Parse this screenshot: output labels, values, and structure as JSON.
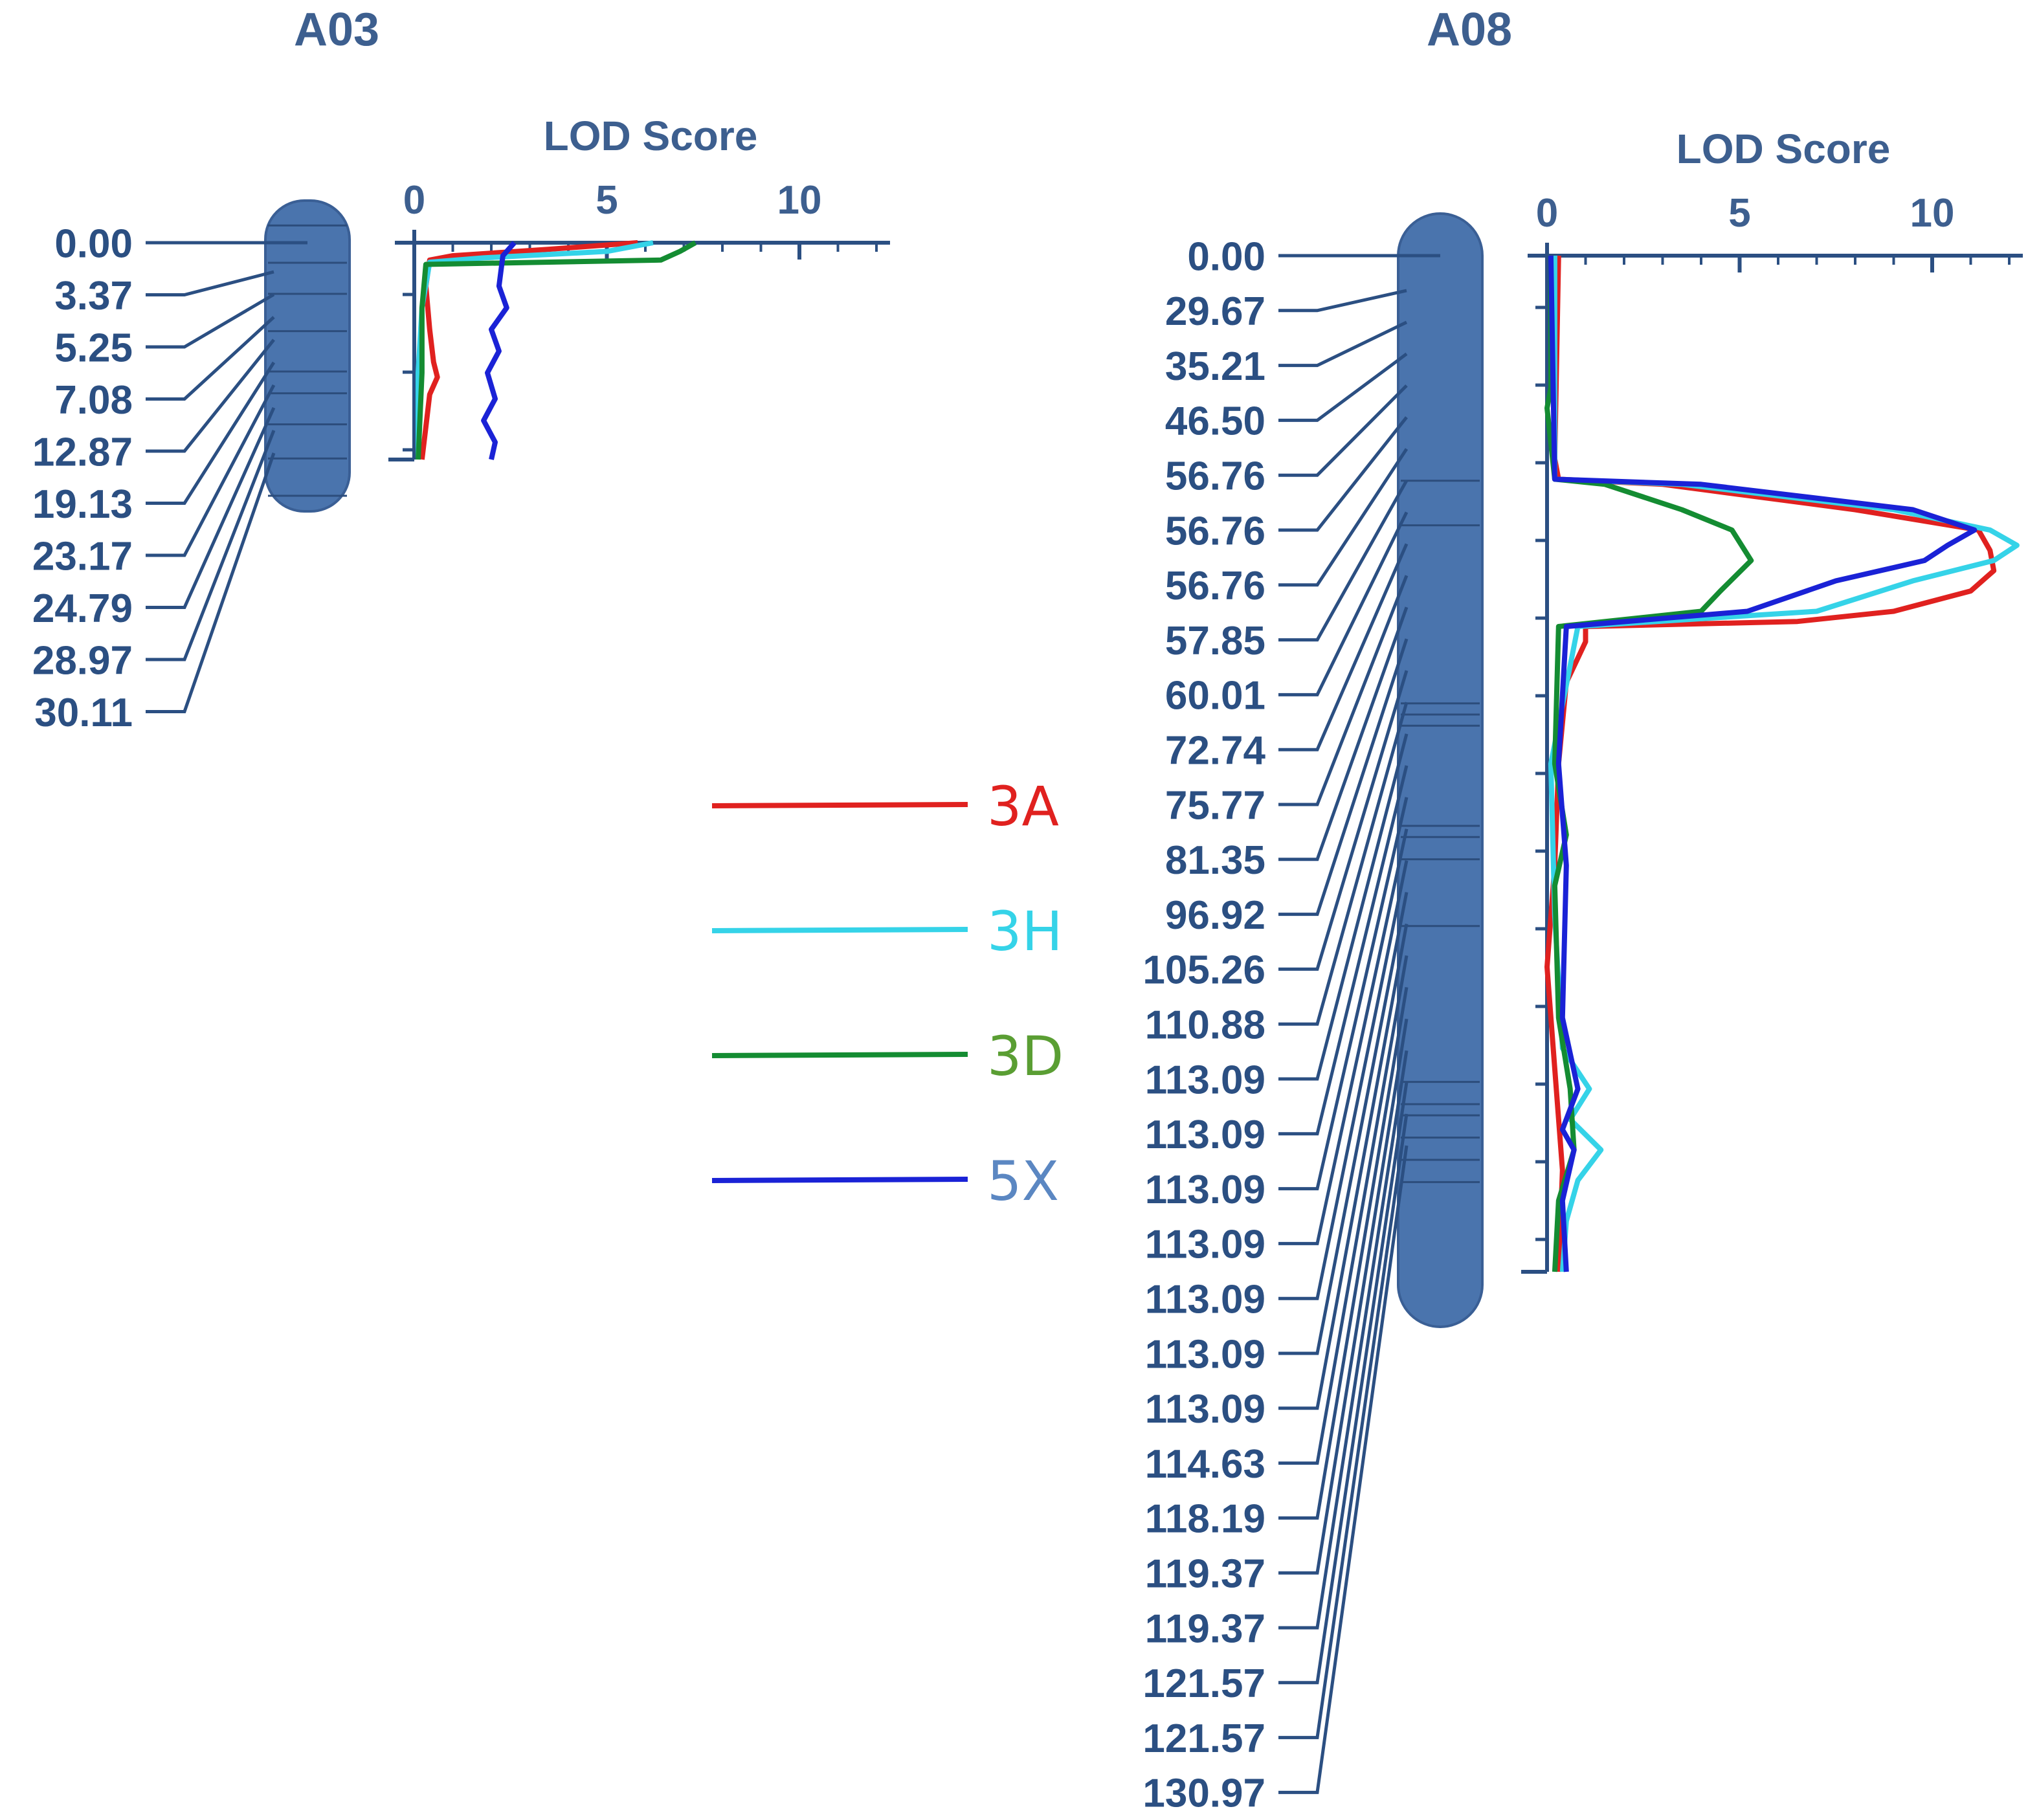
{
  "chart_data": [
    {
      "type": "line",
      "title": "A03",
      "xlabel": "LOD Score",
      "ylabel": "",
      "xlim": [
        0,
        12
      ],
      "x_ticks": [
        "0",
        "5",
        "10"
      ],
      "chromosome_color": "#4a74ad",
      "marker_positions": [
        "0.00",
        "3.37",
        "5.25",
        "7.08",
        "12.87",
        "19.13",
        "23.17",
        "24.79",
        "28.97",
        "30.11"
      ],
      "marker_bands": [
        0.08,
        0.2,
        0.3,
        0.42,
        0.55,
        0.62,
        0.72,
        0.83,
        0.95
      ],
      "series": [
        {
          "name": "3A",
          "color": "#e0211f",
          "profile": [
            [
              0.0,
              5.8
            ],
            [
              0.03,
              3.5
            ],
            [
              0.06,
              1.0
            ],
            [
              0.08,
              0.4
            ],
            [
              0.2,
              0.3
            ],
            [
              0.4,
              0.4
            ],
            [
              0.55,
              0.5
            ],
            [
              0.62,
              0.6
            ],
            [
              0.7,
              0.4
            ],
            [
              0.85,
              0.3
            ],
            [
              1.0,
              0.2
            ]
          ]
        },
        {
          "name": "3H",
          "color": "#35d3e8",
          "profile": [
            [
              0.0,
              6.2
            ],
            [
              0.04,
              5.0
            ],
            [
              0.07,
              1.8
            ],
            [
              0.09,
              0.4
            ],
            [
              0.3,
              0.2
            ],
            [
              0.6,
              0.1
            ],
            [
              0.8,
              0.1
            ],
            [
              1.0,
              0.1
            ]
          ]
        },
        {
          "name": "3D",
          "color": "#148c32",
          "profile": [
            [
              0.0,
              7.3
            ],
            [
              0.04,
              6.9
            ],
            [
              0.08,
              6.4
            ],
            [
              0.1,
              0.3
            ],
            [
              0.3,
              0.2
            ],
            [
              0.6,
              0.2
            ],
            [
              1.0,
              0.1
            ]
          ]
        },
        {
          "name": "5X",
          "color": "#1a22d6",
          "profile": [
            [
              0.0,
              2.6
            ],
            [
              0.06,
              2.3
            ],
            [
              0.2,
              2.2
            ],
            [
              0.3,
              2.4
            ],
            [
              0.4,
              2.0
            ],
            [
              0.5,
              2.2
            ],
            [
              0.6,
              1.9
            ],
            [
              0.72,
              2.1
            ],
            [
              0.82,
              1.8
            ],
            [
              0.92,
              2.1
            ],
            [
              1.0,
              2.0
            ]
          ]
        }
      ]
    },
    {
      "type": "line",
      "title": "A08",
      "xlabel": "LOD Score",
      "ylabel": "",
      "xlim": [
        0,
        12
      ],
      "x_ticks": [
        "0",
        "5",
        "10"
      ],
      "chromosome_color": "#4a74ad",
      "marker_positions": [
        "0.00",
        "29.67",
        "35.21",
        "46.50",
        "56.76",
        "56.76",
        "56.76",
        "57.85",
        "60.01",
        "72.74",
        "75.77",
        "81.35",
        "96.92",
        "105.26",
        "110.88",
        "113.09",
        "113.09",
        "113.09",
        "113.09",
        "113.09",
        "113.09",
        "113.09",
        "114.63",
        "118.19",
        "119.37",
        "119.37",
        "121.57",
        "121.57",
        "130.97"
      ],
      "marker_bands": [
        0.24,
        0.28,
        0.44,
        0.45,
        0.46,
        0.55,
        0.56,
        0.58,
        0.64,
        0.78,
        0.8,
        0.81,
        0.83,
        0.85,
        0.87
      ],
      "series": [
        {
          "name": "3A",
          "color": "#e0211f",
          "profile": [
            [
              0.0,
              0.3
            ],
            [
              0.2,
              0.2
            ],
            [
              0.22,
              0.3
            ],
            [
              0.225,
              3.0
            ],
            [
              0.25,
              8.0
            ],
            [
              0.27,
              11.2
            ],
            [
              0.29,
              11.5
            ],
            [
              0.31,
              11.6
            ],
            [
              0.33,
              11.0
            ],
            [
              0.35,
              9.0
            ],
            [
              0.36,
              6.5
            ],
            [
              0.365,
              1.0
            ],
            [
              0.38,
              1.0
            ],
            [
              0.42,
              0.5
            ],
            [
              0.5,
              0.3
            ],
            [
              0.6,
              0.2
            ],
            [
              0.7,
              0.0
            ],
            [
              0.8,
              0.2
            ],
            [
              0.9,
              0.4
            ],
            [
              1.0,
              0.3
            ]
          ]
        },
        {
          "name": "3H",
          "color": "#35d3e8",
          "profile": [
            [
              0.0,
              0.2
            ],
            [
              0.22,
              0.2
            ],
            [
              0.225,
              3.5
            ],
            [
              0.25,
              9.0
            ],
            [
              0.27,
              11.5
            ],
            [
              0.285,
              12.2
            ],
            [
              0.3,
              11.6
            ],
            [
              0.32,
              9.5
            ],
            [
              0.35,
              7.0
            ],
            [
              0.365,
              0.8
            ],
            [
              0.5,
              0.1
            ],
            [
              0.65,
              0.2
            ],
            [
              0.78,
              0.4
            ],
            [
              0.82,
              1.1
            ],
            [
              0.85,
              0.6
            ],
            [
              0.88,
              1.4
            ],
            [
              0.91,
              0.8
            ],
            [
              0.95,
              0.5
            ],
            [
              1.0,
              0.4
            ]
          ]
        },
        {
          "name": "3D",
          "color": "#148c32",
          "profile": [
            [
              0.0,
              0.1
            ],
            [
              0.13,
              0.1
            ],
            [
              0.15,
              0.0
            ],
            [
              0.22,
              0.2
            ],
            [
              0.225,
              1.5
            ],
            [
              0.25,
              3.5
            ],
            [
              0.27,
              4.8
            ],
            [
              0.3,
              5.3
            ],
            [
              0.33,
              4.5
            ],
            [
              0.35,
              4.0
            ],
            [
              0.365,
              0.3
            ],
            [
              0.5,
              0.2
            ],
            [
              0.57,
              0.5
            ],
            [
              0.62,
              0.2
            ],
            [
              0.75,
              0.3
            ],
            [
              0.82,
              0.6
            ],
            [
              0.88,
              0.7
            ],
            [
              0.93,
              0.3
            ],
            [
              1.0,
              0.2
            ]
          ]
        },
        {
          "name": "5X",
          "color": "#1a22d6",
          "profile": [
            [
              0.0,
              0.1
            ],
            [
              0.22,
              0.2
            ],
            [
              0.225,
              4.0
            ],
            [
              0.25,
              9.5
            ],
            [
              0.27,
              11.1
            ],
            [
              0.285,
              10.4
            ],
            [
              0.3,
              9.8
            ],
            [
              0.32,
              7.5
            ],
            [
              0.35,
              5.2
            ],
            [
              0.365,
              0.5
            ],
            [
              0.5,
              0.3
            ],
            [
              0.6,
              0.5
            ],
            [
              0.75,
              0.4
            ],
            [
              0.82,
              0.8
            ],
            [
              0.86,
              0.4
            ],
            [
              0.88,
              0.7
            ],
            [
              0.93,
              0.4
            ],
            [
              1.0,
              0.5
            ]
          ]
        }
      ]
    }
  ],
  "legend": {
    "entries": [
      {
        "label": "3A",
        "color": "#e0211f",
        "text_color": "#e0211f"
      },
      {
        "label": "3H",
        "color": "#35d3e8",
        "text_color": "#35d3e8"
      },
      {
        "label": "3D",
        "color": "#148c32",
        "text_color": "#5a9e33"
      },
      {
        "label": "5X",
        "color": "#1a22d6",
        "text_color": "#5b87c2"
      }
    ]
  }
}
